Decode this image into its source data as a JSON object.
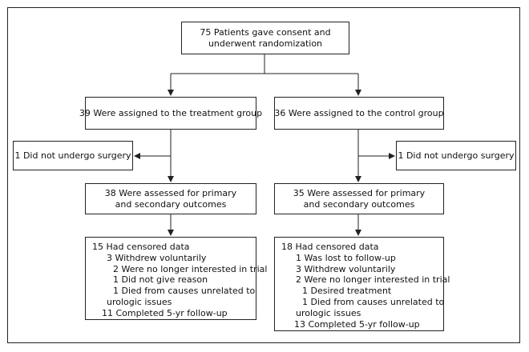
{
  "top_box": {
    "lines": [
      "75 Patients gave consent and",
      "underwent randomization"
    ]
  },
  "treatment_box": {
    "text": "39 Were assigned to the treatment group"
  },
  "control_box": {
    "text": "36 Were assigned to the control group"
  },
  "left_excluded_box": {
    "text": "1 Did not undergo surgery"
  },
  "right_excluded_box": {
    "text": "1 Did not undergo surgery"
  },
  "treatment_assessed_box": {
    "lines": [
      "38 Were assessed for primary",
      "and secondary outcomes"
    ]
  },
  "control_assessed_box": {
    "lines": [
      "35 Were assessed for primary",
      "and secondary outcomes"
    ]
  },
  "treatment_outcomes_box": {
    "lines": [
      "15 Had censored data",
      "3 Withdrew voluntarily",
      "2 Were no longer interested in trial",
      "1 Did not give reason",
      "1 Died from causes unrelated to",
      "urologic issues",
      "11 Completed 5-yr follow-up"
    ]
  },
  "control_outcomes_box": {
    "lines": [
      "18 Had censored data",
      "1 Was lost to follow-up",
      "3 Withdrew voluntarily",
      "2 Were no longer interested in trial",
      "1 Desired treatment",
      "1 Died from causes unrelated to",
      "urologic issues",
      "13 Completed 5-yr follow-up"
    ]
  }
}
